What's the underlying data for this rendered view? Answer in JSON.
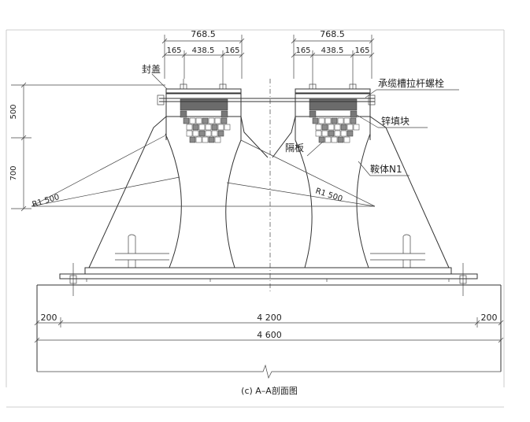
{
  "caption": "(c) A–A剖面图",
  "top_dimensions": {
    "left": {
      "overall": "768.5",
      "parts": [
        "165",
        "438.5",
        "165"
      ]
    },
    "right": {
      "overall": "768.5",
      "parts": [
        "165",
        "438.5",
        "165"
      ]
    }
  },
  "left_dimensions": {
    "upper": "500",
    "lower": "700"
  },
  "bottom_dimensions": {
    "left_edge": "200",
    "middle": "4 200",
    "right_edge": "200",
    "overall": "4 600"
  },
  "labels": {
    "cover": "封盖",
    "bolt": "承缆槽拉杆螺栓",
    "zinc_block": "锌填块",
    "partition": "隔板",
    "saddle": "鞍体N1",
    "radius_left": "R1 500",
    "radius_right": "R1 500"
  }
}
